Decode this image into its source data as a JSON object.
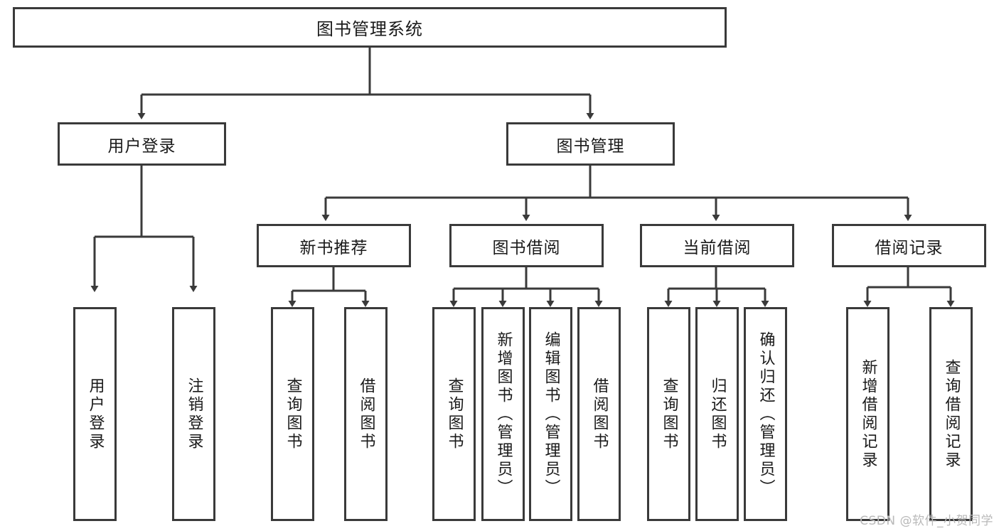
{
  "diagram": {
    "title": "图书管理系统",
    "type": "tree",
    "background_color": "#ffffff",
    "box_border_color": "#3a3a3a",
    "text_color": "#1a1a1a",
    "nodes": {
      "root": {
        "label": "图书管理系统",
        "level": 1
      },
      "l2": [
        {
          "id": "user-login",
          "label": "用户登录",
          "level": 2
        },
        {
          "id": "book-manage",
          "label": "图书管理",
          "level": 2
        }
      ],
      "l3": [
        {
          "id": "new-book-rec",
          "label": "新书推荐",
          "level": 3,
          "parent": "book-manage"
        },
        {
          "id": "book-borrow",
          "label": "图书借阅",
          "level": 3,
          "parent": "book-manage"
        },
        {
          "id": "current-borrow",
          "label": "当前借阅",
          "level": 3,
          "parent": "book-manage"
        },
        {
          "id": "borrow-record",
          "label": "借阅记录",
          "level": 3,
          "parent": "book-manage"
        }
      ],
      "leaves": [
        {
          "id": "leaf-user-login",
          "label": "用户登录",
          "parent": "user-login"
        },
        {
          "id": "leaf-user-logout",
          "label": "注销登录",
          "parent": "user-login"
        },
        {
          "id": "leaf-rec-query",
          "label": "查询图书",
          "parent": "new-book-rec"
        },
        {
          "id": "leaf-rec-borrow",
          "label": "借阅图书",
          "parent": "new-book-rec"
        },
        {
          "id": "leaf-borrow-query",
          "label": "查询图书",
          "parent": "book-borrow"
        },
        {
          "id": "leaf-borrow-add",
          "label": "新增图书（管理员）",
          "parent": "book-borrow"
        },
        {
          "id": "leaf-borrow-edit",
          "label": "编辑图书（管理员）",
          "parent": "book-borrow"
        },
        {
          "id": "leaf-borrow-do",
          "label": "借阅图书",
          "parent": "book-borrow"
        },
        {
          "id": "leaf-cur-query",
          "label": "查询图书",
          "parent": "current-borrow"
        },
        {
          "id": "leaf-cur-return",
          "label": "归还图书",
          "parent": "current-borrow"
        },
        {
          "id": "leaf-cur-confirm",
          "label": "确认归还（管理员）",
          "parent": "current-borrow"
        },
        {
          "id": "leaf-rec-add",
          "label": "新增借阅记录",
          "parent": "borrow-record"
        },
        {
          "id": "leaf-rec-search",
          "label": "查询借阅记录",
          "parent": "borrow-record"
        }
      ]
    }
  },
  "watermark": {
    "text": "CSDN @软件_小贺同学"
  }
}
